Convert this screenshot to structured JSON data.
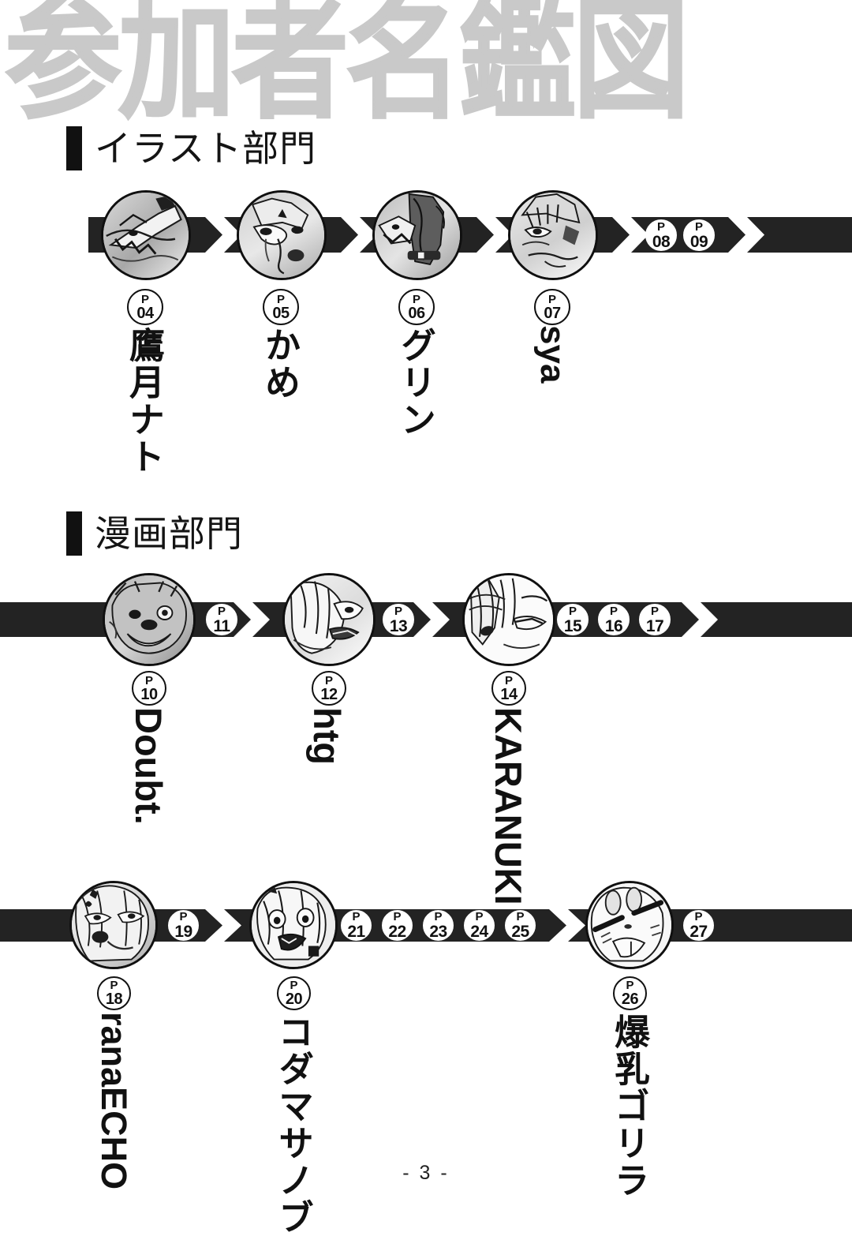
{
  "document": {
    "title": "参加者名鑑図",
    "footer_page": "- 3 -"
  },
  "sections": [
    {
      "id": "illustration",
      "heading": "イラスト部門",
      "rows": [
        {
          "entries": [
            {
              "badge_prefix": "P",
              "badge_number": "04",
              "name": "鷹月ナト",
              "name_script": "jp"
            },
            {
              "badge_prefix": "P",
              "badge_number": "05",
              "name": "かめ",
              "name_script": "jp"
            },
            {
              "badge_prefix": "P",
              "badge_number": "06",
              "name": "グリン",
              "name_script": "jp"
            },
            {
              "badge_prefix": "P",
              "badge_number": "07",
              "name": "sya",
              "name_script": "latin"
            }
          ],
          "extra_chips": [
            {
              "prefix": "P",
              "number": "08"
            },
            {
              "prefix": "P",
              "number": "09"
            }
          ]
        }
      ]
    },
    {
      "id": "manga",
      "heading": "漫画部門",
      "rows": [
        {
          "entries": [
            {
              "badge_prefix": "P",
              "badge_number": "10",
              "name": "Doubt.",
              "name_script": "latin"
            },
            {
              "badge_prefix": "P",
              "badge_number": "12",
              "name": "htg",
              "name_script": "latin"
            },
            {
              "badge_prefix": "P",
              "badge_number": "14",
              "name": "KARANUKI",
              "name_script": "latin"
            }
          ],
          "inline_chips": [
            {
              "prefix": "P",
              "number": "11"
            },
            {
              "prefix": "P",
              "number": "13"
            },
            {
              "prefix": "P",
              "number": "15"
            },
            {
              "prefix": "P",
              "number": "16"
            },
            {
              "prefix": "P",
              "number": "17"
            }
          ]
        },
        {
          "entries": [
            {
              "badge_prefix": "P",
              "badge_number": "18",
              "name": "ranaECHO",
              "name_script": "latin"
            },
            {
              "badge_prefix": "P",
              "badge_number": "20",
              "name": "コダマサノブ",
              "name_script": "jp"
            },
            {
              "badge_prefix": "P",
              "badge_number": "26",
              "name": "爆乳ゴリラ",
              "name_script": "jp"
            }
          ],
          "inline_chips": [
            {
              "prefix": "P",
              "number": "19"
            },
            {
              "prefix": "P",
              "number": "21"
            },
            {
              "prefix": "P",
              "number": "22"
            },
            {
              "prefix": "P",
              "number": "23"
            },
            {
              "prefix": "P",
              "number": "24"
            },
            {
              "prefix": "P",
              "number": "25"
            },
            {
              "prefix": "P",
              "number": "27"
            }
          ]
        }
      ]
    }
  ],
  "colors": {
    "title_gray": "#c9c9c9",
    "band_black": "#232323",
    "ink": "#111111",
    "paper": "#ffffff"
  }
}
